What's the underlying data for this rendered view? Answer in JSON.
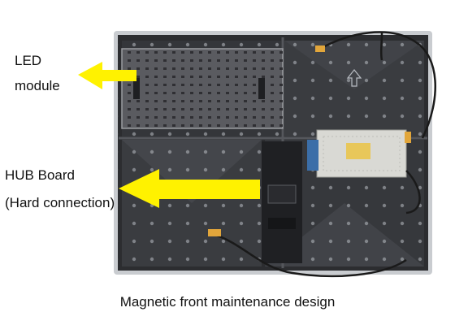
{
  "labels": {
    "led_line1": "LED",
    "led_line2": "module",
    "hub_line1": "HUB Board",
    "hub_line2": "(Hard connection)"
  },
  "caption": "Magnetic front maintenance design",
  "colors": {
    "arrow": "#fff200",
    "cabinet": "#2c2d30",
    "frame": "#c9ccd0",
    "led_module": "#5a5b60",
    "psu": "#d9d9d4",
    "psu_sticker": "#e8c75a"
  },
  "icons": [
    "yellow-arrow-icon",
    "up-arrow-icon"
  ]
}
